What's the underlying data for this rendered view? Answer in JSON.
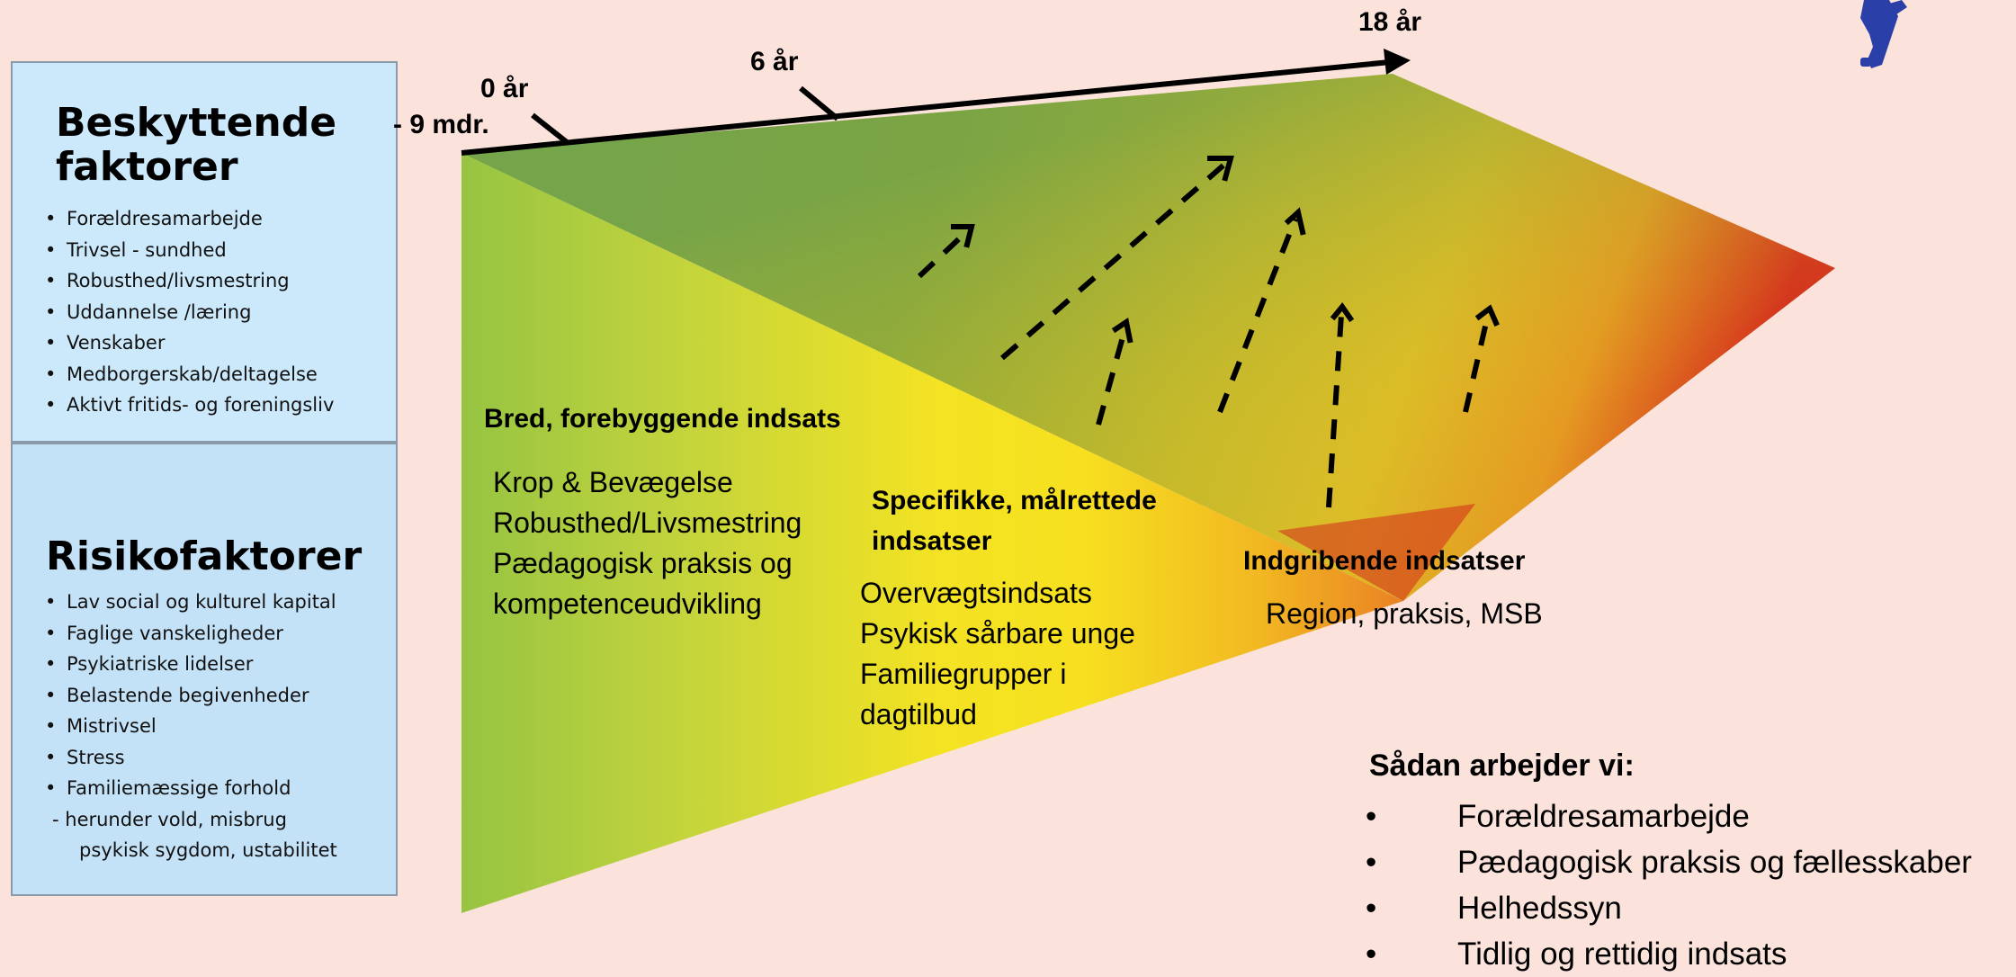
{
  "protective": {
    "title": "Beskyttende faktorer",
    "items": [
      "Forældresamarbejde",
      "Trivsel - sundhed",
      "Robusthed/livsmestring",
      "Uddannelse /læring",
      "Venskaber",
      "Medborgerskab/deltagelse",
      "Aktivt fritids- og foreningsliv"
    ]
  },
  "risk": {
    "title": "Risikofaktorer",
    "items": [
      "Lav social og kulturel kapital",
      "Faglige vanskeligheder",
      "Psykiatriske lidelser",
      "Belastende begivenheder",
      "Mistrivsel",
      "Stress",
      "Familiemæssige forhold"
    ],
    "sub_items": [
      "- herunder vold, misbrug",
      "psykisk sygdom, ustabilitet"
    ]
  },
  "timeline": {
    "age_start": "0 år",
    "age_prenatal": "- 9 mdr.",
    "age_6": "6 år",
    "age_18": "18 år"
  },
  "broad": {
    "title": "Bred, forebyggende indsats",
    "lines": [
      "Krop & Bevægelse",
      "Robusthed/Livsmestring",
      "Pædagogisk praksis og",
      "kompetenceudvikling"
    ]
  },
  "specific": {
    "title_line1": "Specifikke, målrettede",
    "title_line2": "indsatser",
    "lines": [
      "Overvægtsindsats",
      "Psykisk sårbare unge",
      "Familiegrupper i",
      "dagtilbud"
    ]
  },
  "intervention": {
    "title": "Indgribende indsatser",
    "text": "Region, praksis, MSB"
  },
  "how": {
    "title": "Sådan arbejder vi:",
    "bullet": "•",
    "items": [
      "Forældresamarbejde",
      "Pædagogisk praksis og fællesskaber",
      "Helhedssyn",
      "Tidlig og rettidig indsats"
    ]
  },
  "colors": {
    "background": "#fbe3dc",
    "protective_box": "#cbe9fb",
    "risk_box": "#c4e2f7",
    "green": "#8cbf45",
    "yellow": "#f6e021",
    "red": "#d0121b"
  }
}
